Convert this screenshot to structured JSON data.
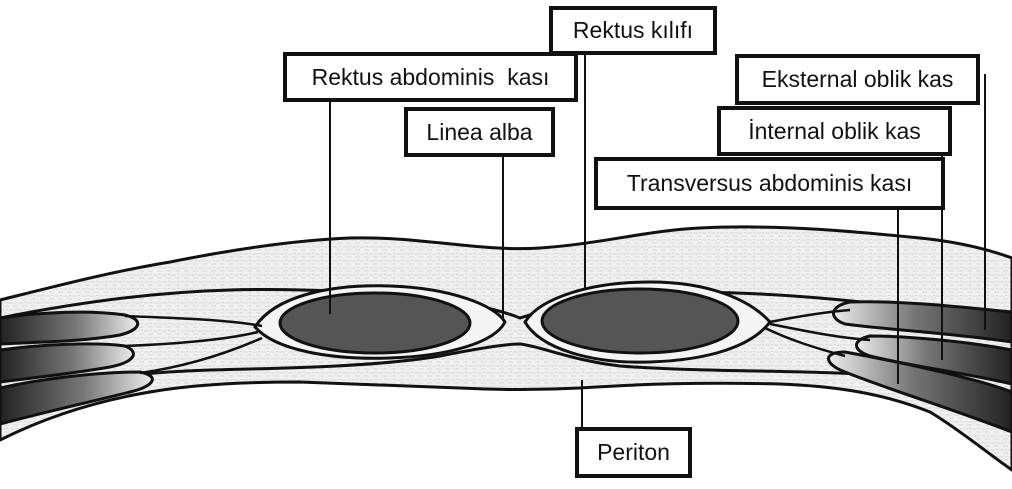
{
  "labels": {
    "rektus_kilifi": "Rektus kılıfı",
    "rektus_abdominis": "Rektus abdominis  kası",
    "linea_alba": "Linea alba",
    "eksternal_oblik": "Eksternal oblik kas",
    "internal_oblik": "İnternal oblik kas",
    "transversus_abdominis": "Transversus abdominis kası",
    "periton": "Periton"
  },
  "colors": {
    "outline": "#111111",
    "muscle": "#555555",
    "tissue": "#eeeeee",
    "background": "#ffffff"
  }
}
